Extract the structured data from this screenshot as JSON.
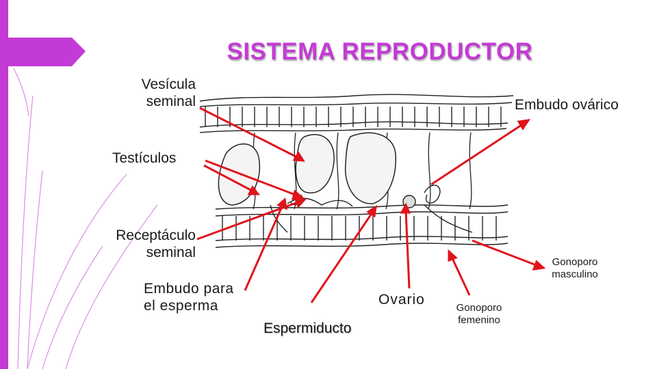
{
  "slide": {
    "title": "SISTEMA REPRODUCTOR",
    "accent_color": "#c43ad6",
    "arrow_color": "#e0141b"
  },
  "labels": {
    "vesicula_line1": "Vesícula",
    "vesicula_line2": "seminal",
    "embudo_ovarico": "Embudo ovárico",
    "testiculos": "Testículos",
    "receptaculo_line1": "Receptáculo",
    "receptaculo_line2": "seminal",
    "gonoporo_masc_line1": "Gonoporo",
    "gonoporo_masc_line2": "masculino",
    "embudo_esperma_line1": "Embudo para",
    "embudo_esperma_line2": "el esperma",
    "ovario": "Ovario",
    "gonoporo_fem_line1": "Gonoporo",
    "gonoporo_fem_line2": "femenino",
    "espermiducto": "Espermiducto"
  }
}
